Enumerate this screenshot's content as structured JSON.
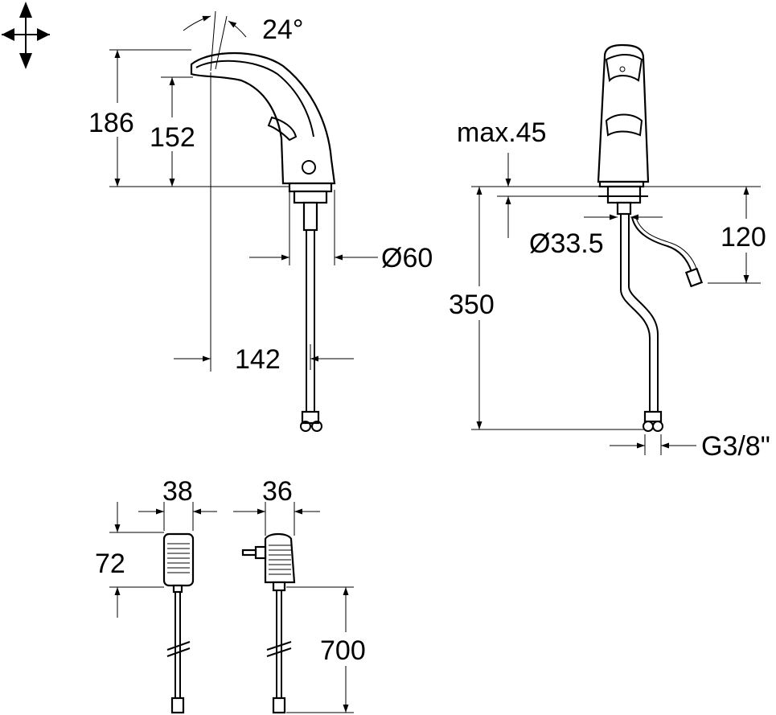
{
  "dimensions": {
    "angle": "24°",
    "height_total": "186",
    "height_spout": "152",
    "diameter_base": "Ø60",
    "reach": "142",
    "max_thickness": "max.45",
    "hole_diameter": "Ø33.5",
    "cable_height": "120",
    "hose_length": "350",
    "thread": "G3/8\"",
    "adapter1_width": "38",
    "adapter2_width": "36",
    "adapter_height": "72",
    "cable_length": "700"
  },
  "icons": {
    "orientation": "four-way-arrow-icon"
  }
}
